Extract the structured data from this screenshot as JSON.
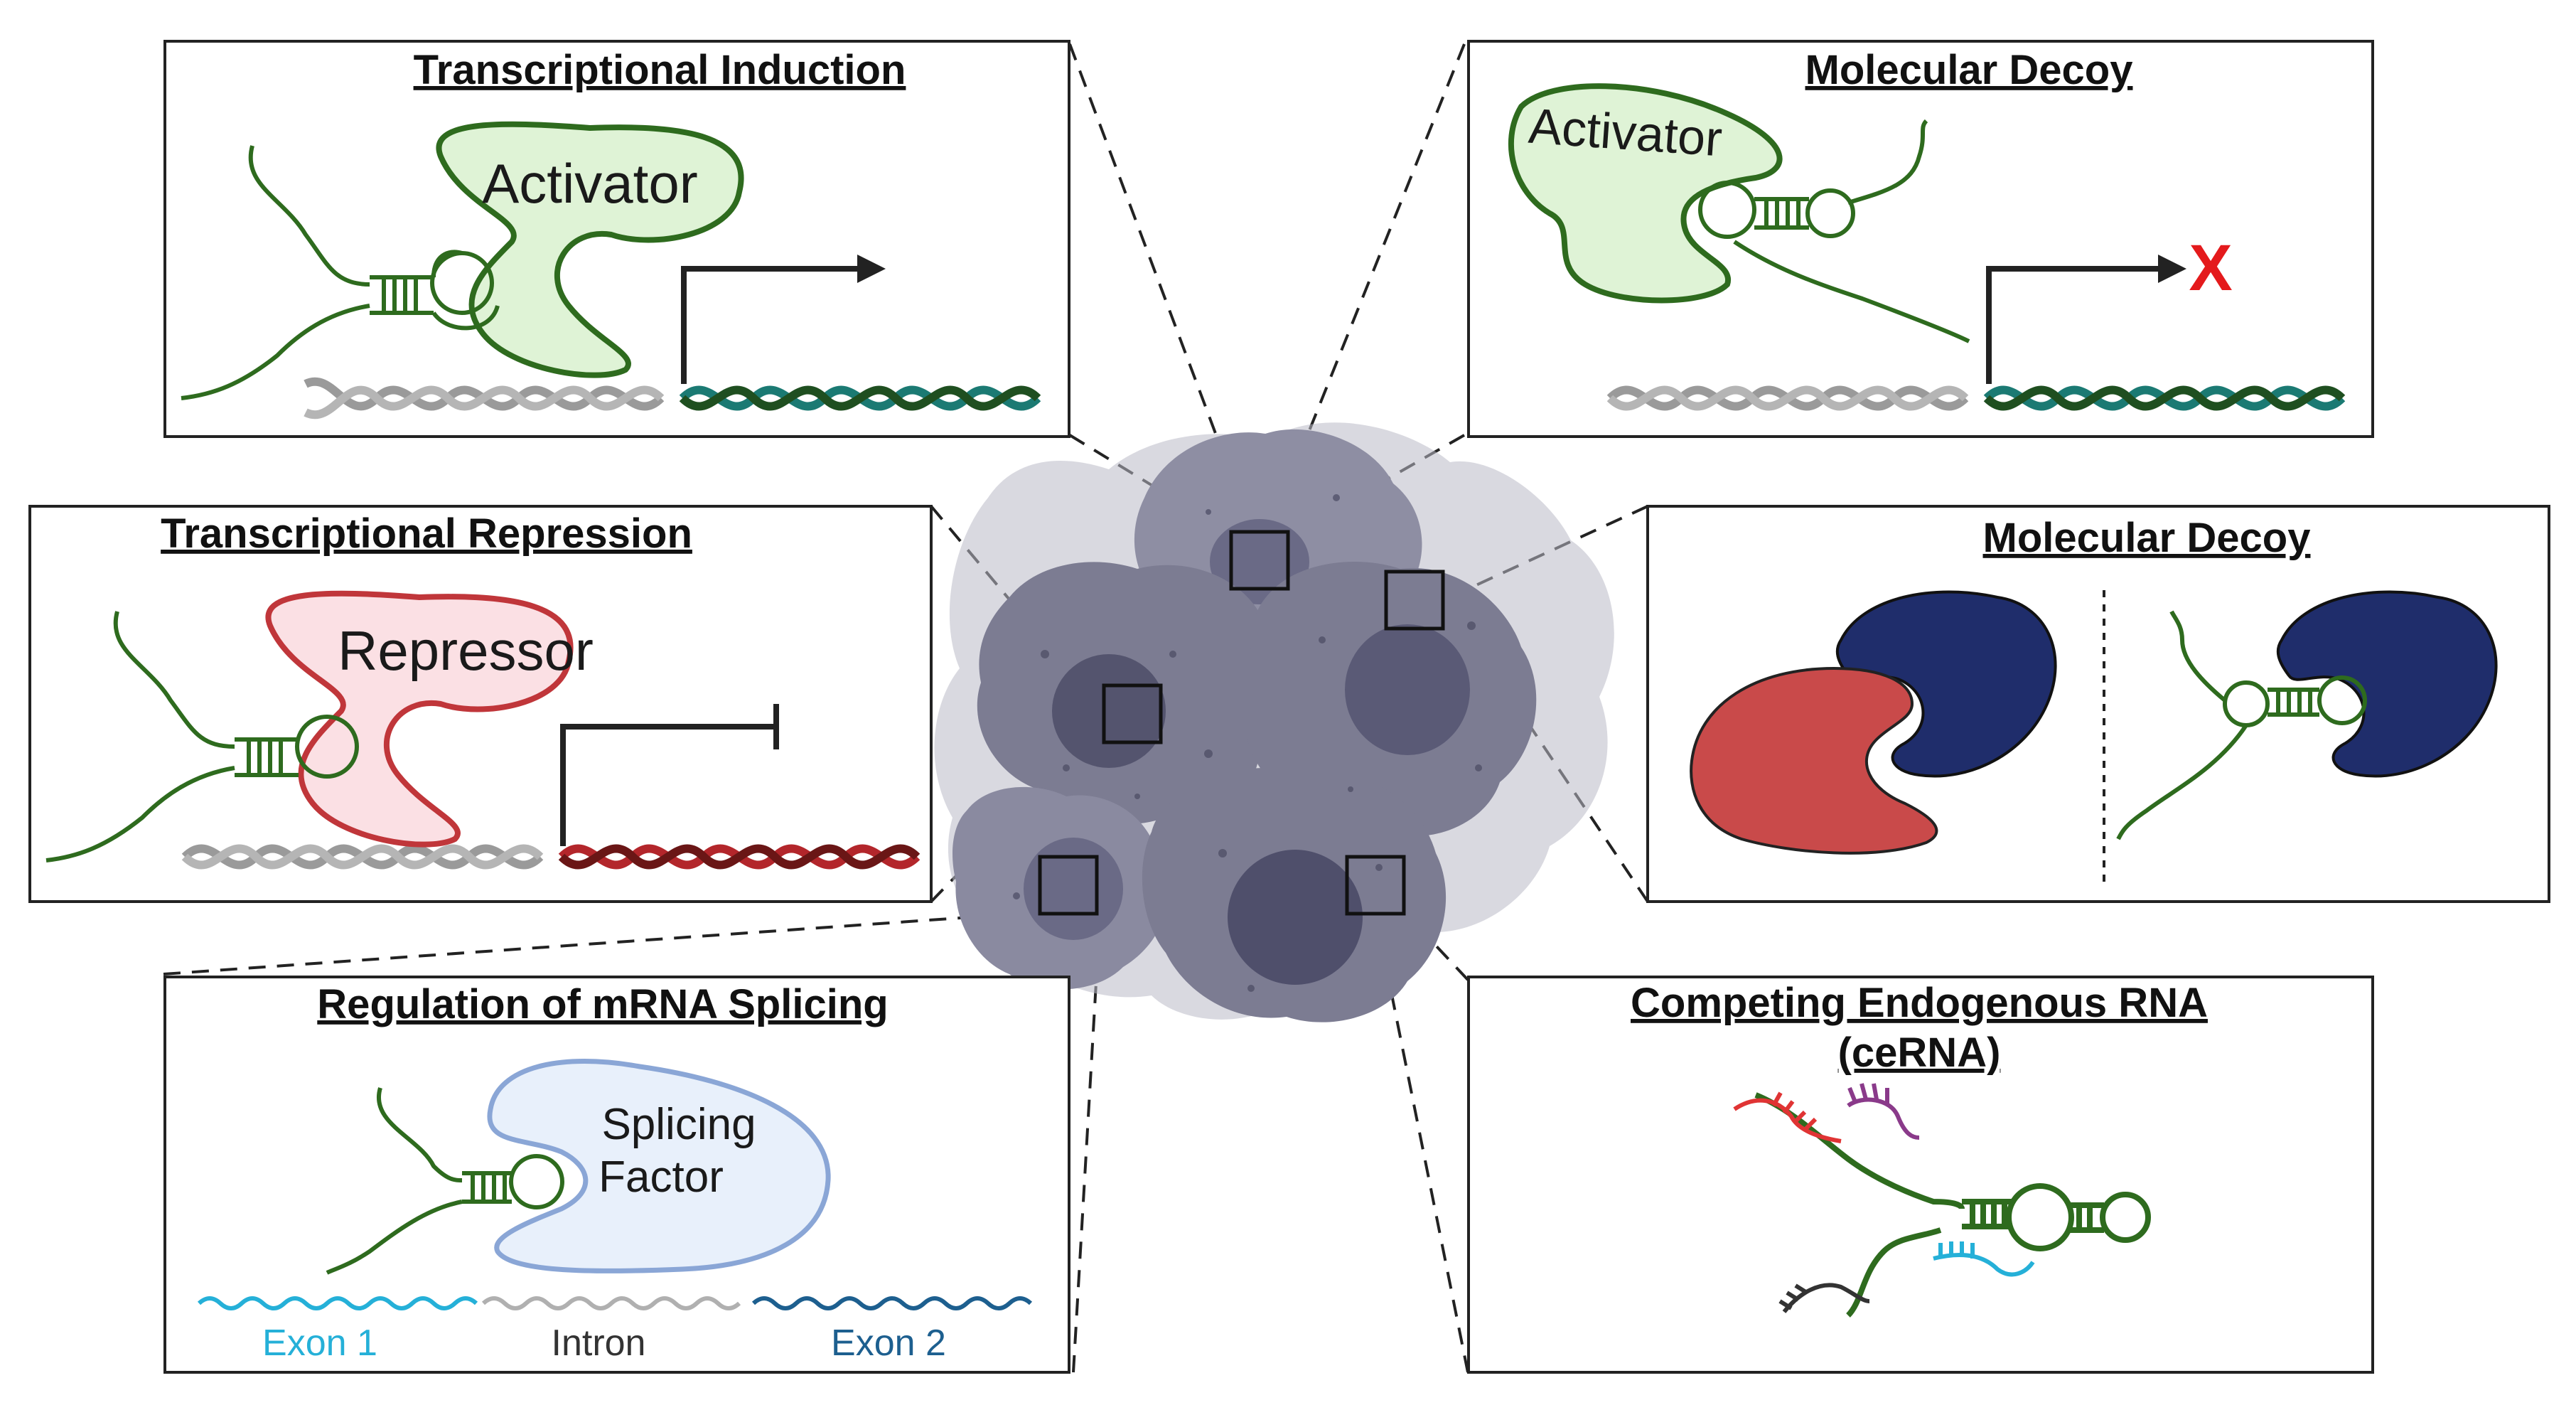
{
  "panels": {
    "induction": {
      "title": "Transcriptional Induction",
      "protein": "Activator"
    },
    "decoy_top": {
      "title": "Molecular Decoy",
      "protein": "Activator",
      "block_mark": "X"
    },
    "repression": {
      "title": "Transcriptional Repression",
      "protein": "Repressor"
    },
    "decoy_mid": {
      "title": "Molecular Decoy"
    },
    "splicing": {
      "title": "Regulation of mRNA Splicing",
      "protein_line1": "Splicing",
      "protein_line2": "Factor",
      "exon1": "Exon 1",
      "intron": "Intron",
      "exon2": "Exon 2"
    },
    "cerna": {
      "title_line1": "Competing Endogenous RNA",
      "title_line2": "(ceRNA)"
    }
  },
  "colors": {
    "activator_fill": "#dff3d6",
    "activator_stroke": "#2e6b1e",
    "repressor_fill": "#fbe0e4",
    "repressor_stroke": "#c0363a",
    "splicing_fill": "#e8f0fb",
    "splicing_stroke": "#8aa6d6",
    "rna": "#2e6b1e",
    "dna_gray": "#9a9a9a",
    "dna_teal": "#1b7a73",
    "dna_red": "#b3262b",
    "navy": "#1f2d6b",
    "red_protein": "#c94a4a",
    "cell": "#7c7c92"
  }
}
